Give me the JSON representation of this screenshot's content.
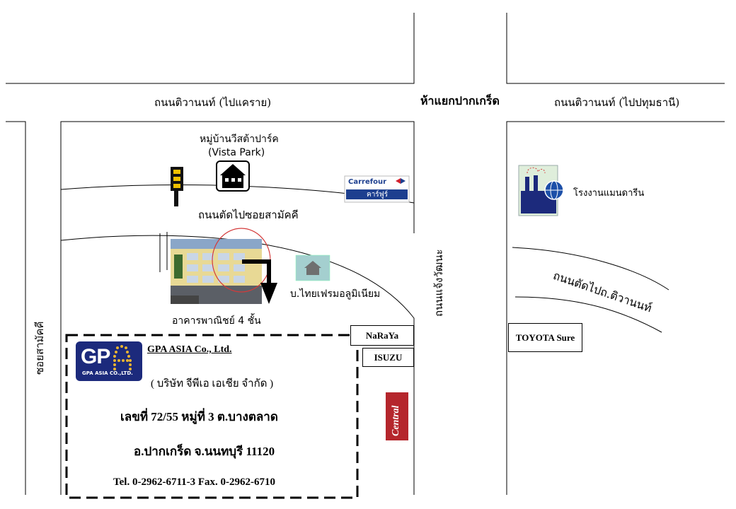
{
  "roads": {
    "top_left": "ถนนติวานนท์ (ไปแคราย)",
    "intersection": "ห้าแยกปากเกร็ด",
    "top_right": "ถนนติวานนท์ (ไปปทุมธานี)",
    "cut_soi": "ถนนตัดไปซอยสามัคคี",
    "chaeng_watthana": "ถนนแจ้งวัฒนะ",
    "cut_tiwanon": "ถนนตัดไปถ.ติวานนท์",
    "soi_samakkhi": "ซอยสามัคคี"
  },
  "landmarks": {
    "vista_park_th": "หมู่บ้านวีสต้าปาร์ค",
    "vista_park_en": "(Vista Park)",
    "carrefour_en": "Carrefour",
    "carrefour_th": "คาร์ฟูร์",
    "mandarin": "โรงงานแมนดารีน",
    "thai_frame": "บ.ไทยเฟรมอลูมิเนียม",
    "commercial_building": "อาคารพาณิชย์ 4 ชั้น",
    "naraya": "NaRaYa",
    "isuzu": "ISUZU",
    "toyota": "TOYOTA Sure",
    "central": "Central"
  },
  "company": {
    "logo_text": "GP",
    "logo_sub": "GPA ASIA CO.,LTD.",
    "name_en": "GPA ASIA Co., Ltd.",
    "name_th": "( บริษัท จีพีเอ เอเชีย จำกัด )",
    "address1": "เลขที่  72/55 หมู่ที่ 3  ต.บางตลาด",
    "address2": "อ.ปากเกร็ด  จ.นนทบุรี   11120",
    "contact": "Tel. 0-2962-6711-3   Fax. 0-2962-6710"
  },
  "icons": {
    "traffic_light": "traffic-light-icon",
    "house": "house-icon",
    "arrow": "direction-arrow-icon",
    "globe": "globe-icon",
    "home": "home-icon"
  },
  "colors": {
    "gpa_blue": "#1c2a7c",
    "gpa_gold": "#e9b431",
    "carrefour_blue": "#1d3f8f",
    "carrefour_red": "#d0202e",
    "central_red": "#b5262c",
    "target_circle": "#d43a3a"
  }
}
